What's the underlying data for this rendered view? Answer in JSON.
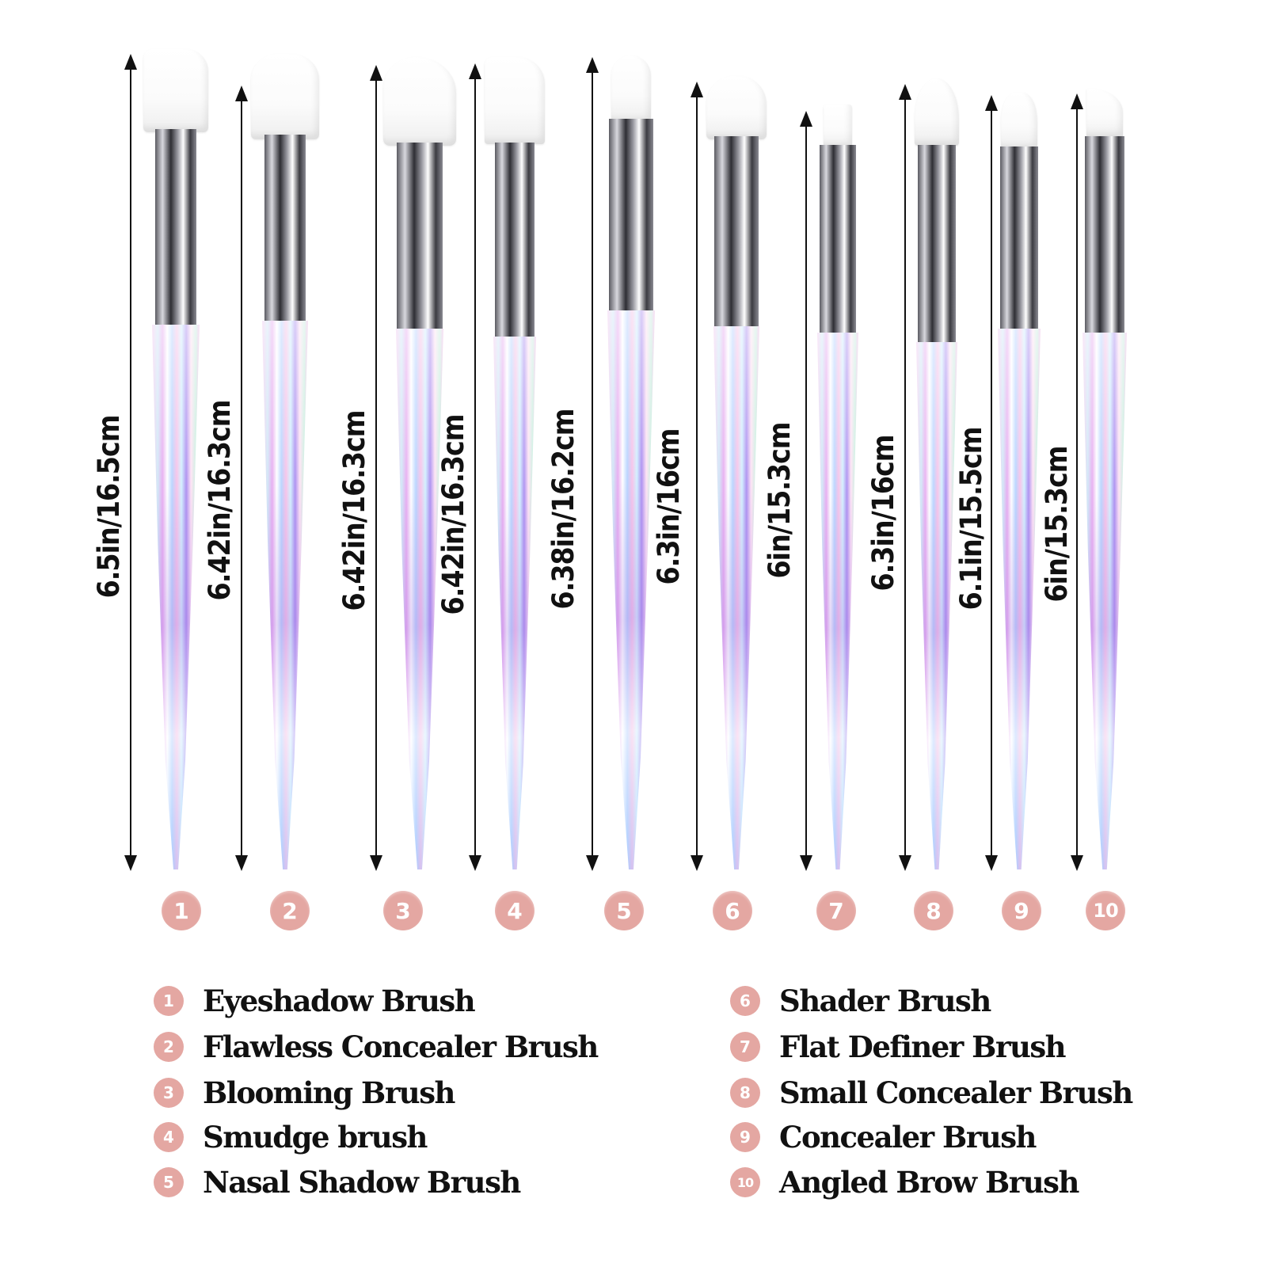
{
  "brushes": [
    {
      "number": "1",
      "size": "6.5in/16.5cm",
      "name": "Eyeshadow Brush"
    },
    {
      "number": "2",
      "size": "6.42in/16.3cm",
      "name": "Flawless Concealer Brush"
    },
    {
      "number": "3",
      "size": "6.42in/16.3cm",
      "name": "Blooming Brush"
    },
    {
      "number": "4",
      "size": "6.42in/16.3cm",
      "name": "Smudge brush"
    },
    {
      "number": "5",
      "size": "6.38in/16.2cm",
      "name": "Nasal Shadow Brush"
    },
    {
      "number": "6",
      "size": "6.3in/16cm",
      "name": "Shader Brush"
    },
    {
      "number": "7",
      "size": "6in/15.3cm",
      "name": "Flat Definer Brush"
    },
    {
      "number": "8",
      "size": "6.3in/16cm",
      "name": "Small Concealer Brush"
    },
    {
      "number": "9",
      "size": "6.1in/15.5cm",
      "name": "Concealer Brush"
    },
    {
      "number": "10",
      "size": "6in/15.3cm",
      "name": "Angled Brow Brush"
    }
  ],
  "colors": {
    "badge": "#e4a7a2",
    "badge_text": "#ffffff",
    "text": "#111111",
    "background": "#ffffff"
  }
}
